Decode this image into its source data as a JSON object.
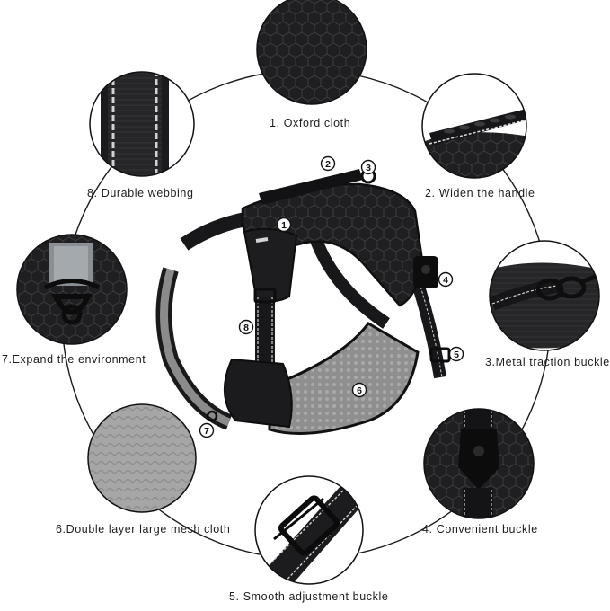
{
  "background": "#ffffff",
  "colors": {
    "fabric_dark": "#1c1c1e",
    "fabric_mid": "#2b2b2e",
    "mesh_gray": "#9a9a9a",
    "reflective": "#cfd3d6",
    "outline": "#141414"
  },
  "features": [
    {
      "id": 1,
      "label": "1. Oxford cloth",
      "icon": "oxford-cloth-closeup"
    },
    {
      "id": 2,
      "label": "2. Widen the handle",
      "icon": "handle-closeup"
    },
    {
      "id": 3,
      "label": "3.Metal traction buckle",
      "icon": "metal-buckle-closeup"
    },
    {
      "id": 4,
      "label": "4. Convenient buckle",
      "icon": "side-release-buckle-closeup"
    },
    {
      "id": 5,
      "label": "5. Smooth adjustment buckle",
      "icon": "adjustment-buckle-closeup"
    },
    {
      "id": 6,
      "label": "6.Double layer large mesh cloth",
      "icon": "mesh-cloth-closeup"
    },
    {
      "id": 7,
      "label": "7.Expand the environment",
      "icon": "d-ring-closeup"
    },
    {
      "id": 8,
      "label": "8. Durable webbing",
      "icon": "reflective-webbing-closeup"
    }
  ],
  "markers": [
    "1",
    "2",
    "3",
    "4",
    "5",
    "6",
    "7",
    "8"
  ]
}
